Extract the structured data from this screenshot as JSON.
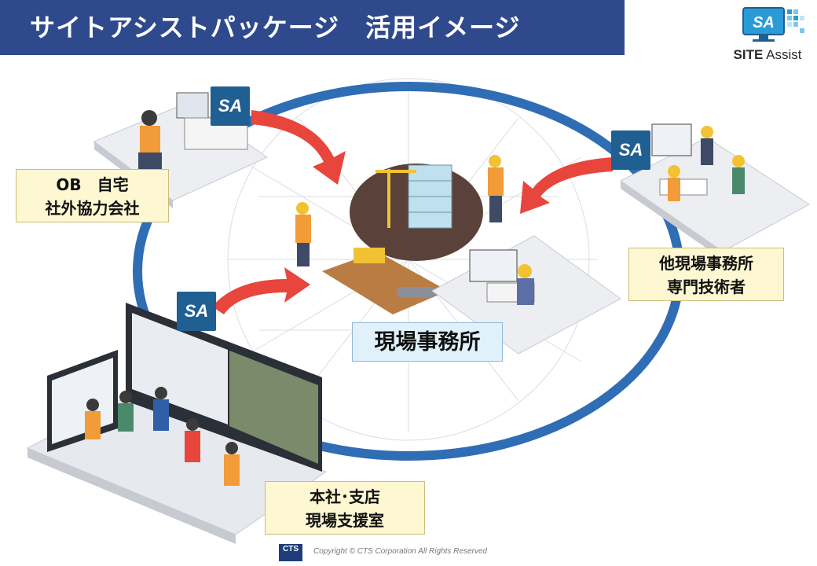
{
  "title": "サイトアシストパッケージ　活用イメージ",
  "logo": {
    "badge": "SA",
    "name_bold": "SITE",
    "name_regular": "Assist"
  },
  "labels": {
    "ob": [
      "OB　自宅",
      "社外協力会社"
    ],
    "other_site": [
      "他現場事務所",
      "専門技術者"
    ],
    "hq": [
      "本社･支店",
      "現場支援室"
    ],
    "site_office": "現場事務所"
  },
  "sa_badge_text": "SA",
  "footer": {
    "cts_logo": "CTS",
    "copyright": "Copyright © CTS Corporation All Rights Reserved"
  },
  "colors": {
    "title_bg": "#2f4a8c",
    "ring": "#2f6db5",
    "arrow": "#e8453c",
    "sa_badge": "#1f5f92",
    "label_bg": "#fdf7d2",
    "site_label_bg": "#e0f1fb"
  }
}
